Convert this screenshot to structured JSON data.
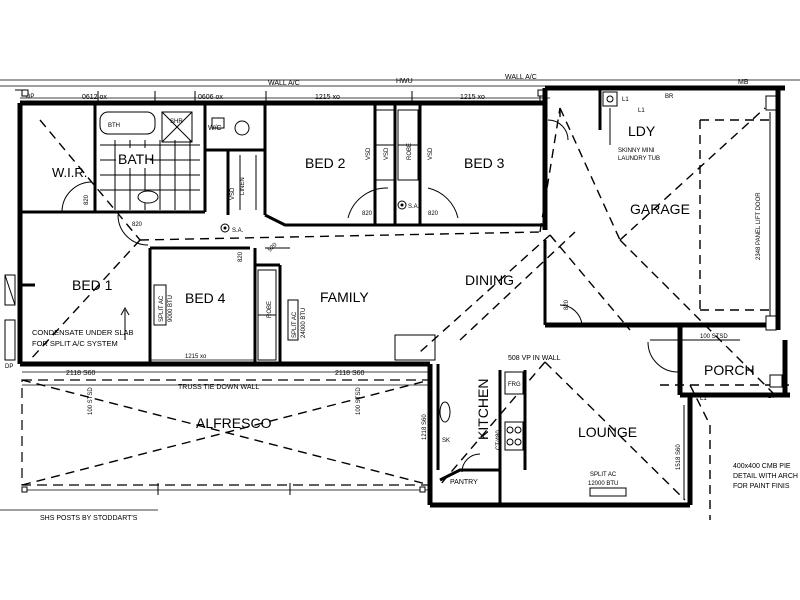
{
  "rooms": {
    "bed1": "BED 1",
    "bed2": "BED 2",
    "bed3": "BED 3",
    "bed4": "BED 4",
    "wir": "W.I.R.",
    "bath": "BATH",
    "wc": "W/C",
    "linen": "LINEN",
    "family": "FAMILY",
    "dining": "DINING",
    "kitchen": "KITCHEN",
    "pantry": "PANTRY",
    "lounge": "LOUNGE",
    "garage": "GARAGE",
    "ldy": "LDY",
    "porch": "PORCH",
    "alfresco": "ALFRESCO"
  },
  "fixtures": {
    "bth": "BTH",
    "shr": "SHR",
    "vsd": "VSD",
    "robe": "ROBE",
    "fridge": "FRG",
    "sink": "SK",
    "cooktop": "CT/480",
    "sa": "S.A.",
    "vp": "508 VP IN WALL",
    "l1": "L1",
    "br": "BR",
    "dp": "DP"
  },
  "notes": {
    "laundry_tub_1": "SKINNY MINI",
    "laundry_tub_2": "LAUNDRY TUB",
    "condensate_1": "CONDENSATE UNDER SLAB",
    "condensate_2": "FOR SPLIT A/C SYSTEM",
    "truss": "TRUSS TIE DOWN WALL",
    "posts": "SHS POSTS BY STODDART'S",
    "garage_door": "2348 PANEL LIFT DOOR",
    "pier_1": "400x400 CMB PIE",
    "pier_2": "DETAIL WITH ARCH",
    "pier_3": "FOR PAINT FINIS",
    "ac_bed1_1": "SPLIT AC",
    "ac_bed1_2": "9000 BTU",
    "ac_family_1": "SPLIT AC",
    "ac_family_2": "24000 BTU",
    "ac_lounge_1": "SPLIT AC",
    "ac_lounge_2": "12000 BTU"
  },
  "dimensions": {
    "top_0612": "0612 ox",
    "top_0606": "0606 ox",
    "top_1215a": "1215 xo",
    "top_1215b": "1215 xo",
    "wall_ac_1": "WALL A/C",
    "wall_ac_2": "WALL A/C",
    "hwu": "HWU",
    "mb": "MB",
    "bed4_1215": "1215 xo",
    "alf_2118a": "2118 S60",
    "alf_2118b": "2118 S60",
    "alf_100a": "100 STSD",
    "alf_100b": "100 STSD",
    "d820_1": "820",
    "d820_2": "820",
    "d820_3": "820",
    "d820_4": "820",
    "d820_5": "820",
    "d820_6": "820",
    "d920": "920",
    "porch_100": "100 STSD",
    "kit_1218": "1218 S60",
    "lounge_1518": "1518 S60"
  }
}
